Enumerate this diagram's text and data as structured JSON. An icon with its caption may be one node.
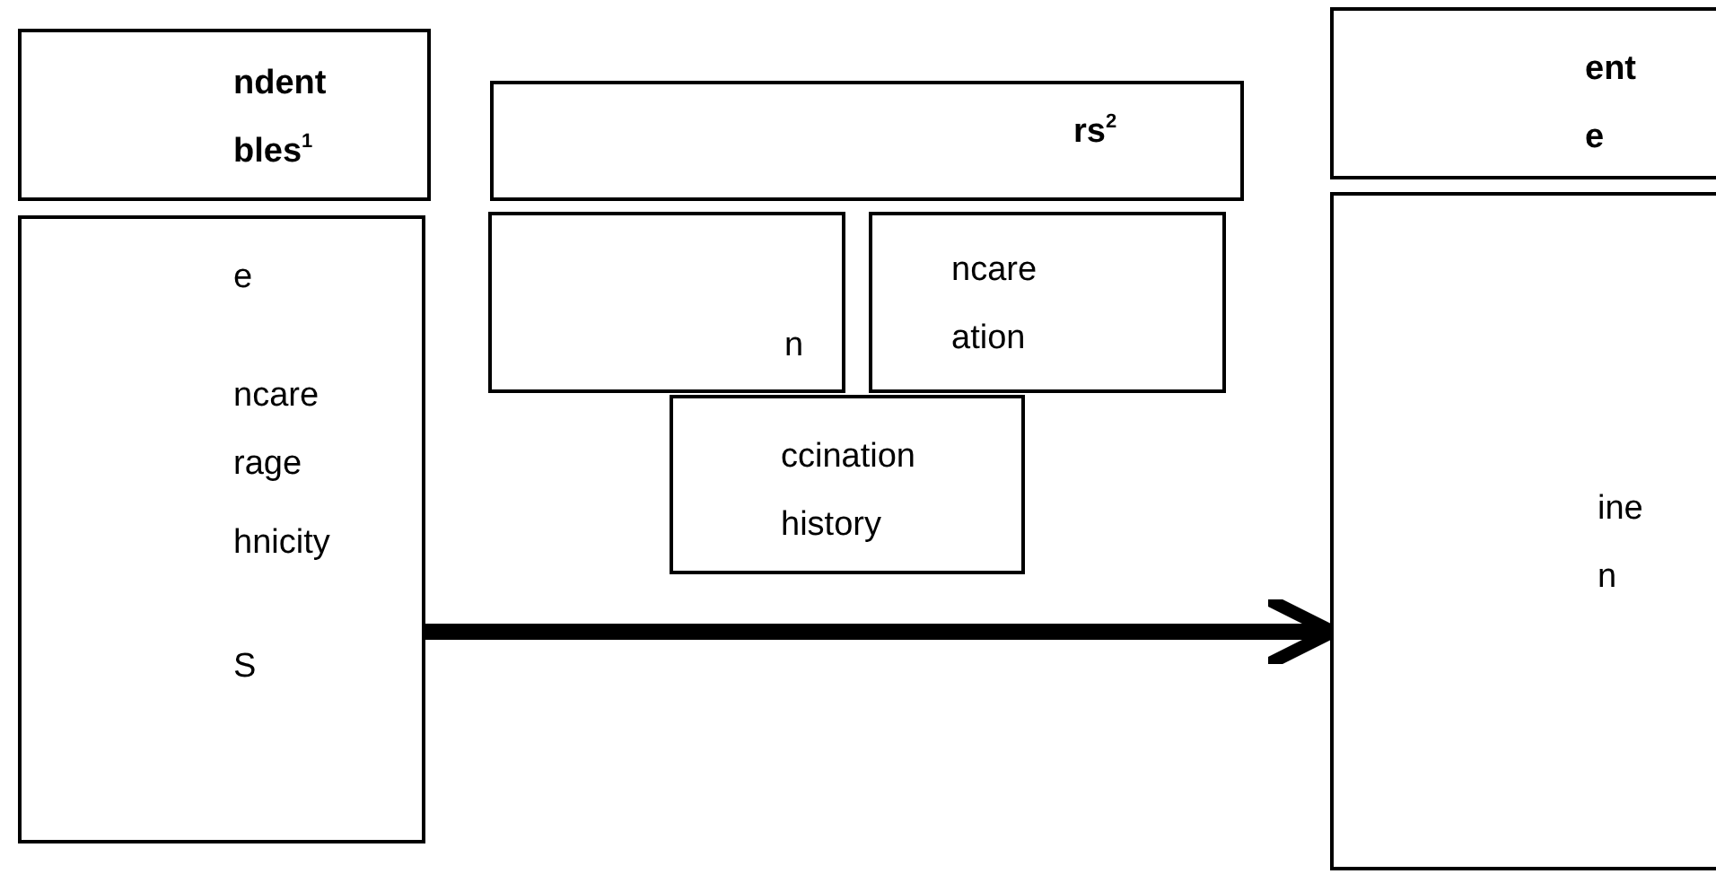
{
  "diagram": {
    "nodes": [
      {
        "text": [
          "ndent bles$^{1}$"
        ]
      },
      {
        "text": [
          "e",
          "ncare rage",
          "hnicity",
          "S"
        ]
      },
      {
        "text": [
          "rs$^{2}$"
        ]
      },
      {
        "text": [
          "n"
        ]
      },
      {
        "text": [
          "ncare ation"
        ]
      },
      {
        "text": [
          "ccination history"
        ]
      },
      {
        "text": [
          "ent e"
        ]
      },
      {
        "text": [
          "ine n"
        ]
      }
    ],
    "edges": [
      {
        "from": 1,
        "to": 7,
        "arrow": "to"
      }
    ]
  }
}
